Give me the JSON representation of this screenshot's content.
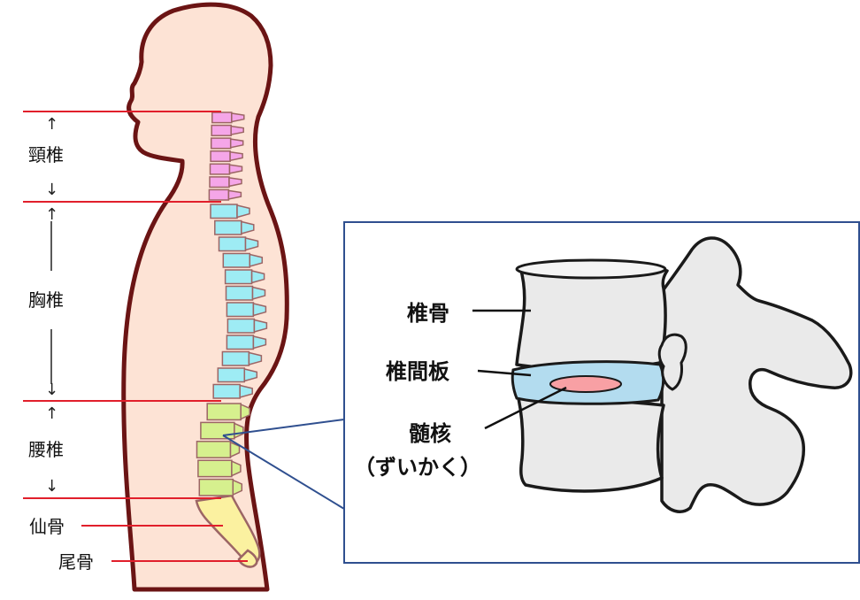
{
  "colors": {
    "body_fill": "#fde3d5",
    "body_outline": "#6b1414",
    "cervical": "#f5a6e8",
    "thoracic": "#9eecf4",
    "lumbar": "#d6f08e",
    "sacrum": "#fbf1a0",
    "vertebra_outline": "#9c6565",
    "region_line": "#e11f2b",
    "inset_border": "#2f4f8f",
    "inset_bone": "#eaeaea",
    "disc": "#b3dcef",
    "nucleus": "#f8a0a4"
  },
  "labels": {
    "cervical": "頸椎",
    "thoracic": "胸椎",
    "lumbar": "腰椎",
    "sacrum": "仙骨",
    "coccyx": "尾骨"
  },
  "arrows": {
    "up": "↑",
    "down": "↓"
  },
  "inset": {
    "vertebra": "椎骨",
    "disc": "椎間板",
    "nucleus": "髄核",
    "nucleus_reading": "（ずいかく）"
  }
}
